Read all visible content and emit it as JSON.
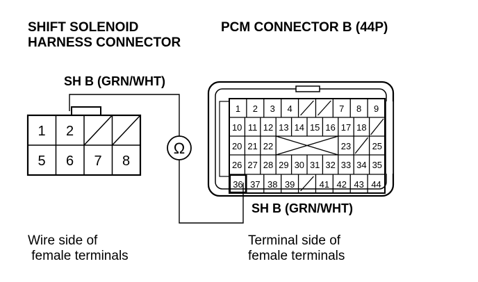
{
  "titles": {
    "left_line1": "SHIFT SOLENOID",
    "left_line2": "HARNESS CONNECTOR",
    "right": "PCM CONNECTOR B (44P)"
  },
  "wire_labels": {
    "top": "SH B (GRN/WHT)",
    "bottom": "SH B (GRN/WHT)"
  },
  "meter_symbol": "Ω",
  "captions": {
    "left_line1": "Wire side of",
    "left_line2": " female terminals",
    "right_line1": "Terminal side of",
    "right_line2": "female terminals"
  },
  "harness_connector": {
    "top_row": [
      "1",
      "2",
      "",
      ""
    ],
    "bottom_row": [
      "5",
      "6",
      "7",
      "8"
    ]
  },
  "pcm_connector": {
    "row1": [
      "1",
      "2",
      "3",
      "4",
      "",
      "",
      "7",
      "8",
      "9"
    ],
    "row2": [
      "10",
      "11",
      "12",
      "13",
      "14",
      "15",
      "16",
      "17",
      "18",
      ""
    ],
    "row3_left": [
      "20",
      "21",
      "22"
    ],
    "row3_right": [
      "23",
      "",
      "25"
    ],
    "row4": [
      "26",
      "27",
      "28",
      "29",
      "30",
      "31",
      "32",
      "33",
      "34",
      "35"
    ],
    "row5": [
      "36",
      "37",
      "38",
      "39",
      "",
      "41",
      "42",
      "43",
      "44"
    ]
  }
}
